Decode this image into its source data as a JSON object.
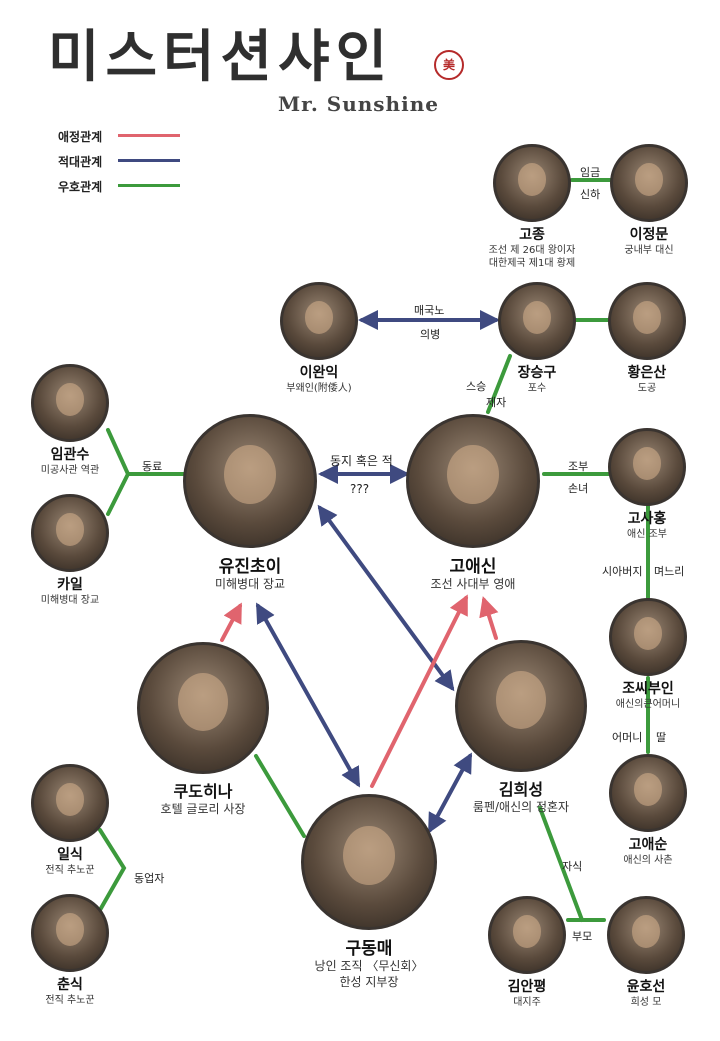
{
  "header": {
    "title": "미스터션샤인",
    "seal": "美",
    "subtitle": "Mr. Sunshine"
  },
  "legend": [
    {
      "label": "애정관계",
      "color": "#e0646e"
    },
    {
      "label": "적대관계",
      "color": "#3f4a80"
    },
    {
      "label": "우호관계",
      "color": "#3c9a3c"
    }
  ],
  "characters": {
    "gojong": {
      "name": "고종",
      "desc": [
        "조선 제 26대 왕이자",
        "대한제국 제1대 황제"
      ]
    },
    "leejungmun": {
      "name": "이정문",
      "desc": [
        "궁내부 대신"
      ]
    },
    "leewanik": {
      "name": "이완익",
      "desc": [
        "부왜인(附倭人)"
      ]
    },
    "jangseunggu": {
      "name": "장승구",
      "desc": [
        "포수"
      ]
    },
    "hwangeunsan": {
      "name": "황은산",
      "desc": [
        "도공"
      ]
    },
    "imgwansu": {
      "name": "임관수",
      "desc": [
        "미공사관 역관"
      ]
    },
    "kyle": {
      "name": "카일",
      "desc": [
        "미해병대 장교"
      ]
    },
    "eugenechoi": {
      "name": "유진초이",
      "desc": [
        "미해병대 장교"
      ]
    },
    "goaeshin": {
      "name": "고애신",
      "desc": [
        "조선 사대부 영애"
      ]
    },
    "gosaheung": {
      "name": "고사홍",
      "desc": [
        "애신 조부"
      ]
    },
    "jossibuin": {
      "name": "조씨부인",
      "desc": [
        "애신의큰어머니"
      ]
    },
    "goaesun": {
      "name": "고애순",
      "desc": [
        "애신의 사촌"
      ]
    },
    "kudohina": {
      "name": "쿠도히나",
      "desc": [
        "호텔 글로리 사장"
      ]
    },
    "kimhuiseong": {
      "name": "김희성",
      "desc": [
        "룸펜/애신의 정혼자"
      ]
    },
    "ilsik": {
      "name": "일식",
      "desc": [
        "전직 추노꾼"
      ]
    },
    "chunsik": {
      "name": "춘식",
      "desc": [
        "전직 추노꾼"
      ]
    },
    "gudongmae": {
      "name": "구동매",
      "desc": [
        "낭인 조직 〈무신회〉",
        "한성 지부장"
      ]
    },
    "kimanpyeong": {
      "name": "김안평",
      "desc": [
        "대지주"
      ]
    },
    "yunhoseon": {
      "name": "윤호선",
      "desc": [
        "희성 모"
      ]
    }
  },
  "edge_labels": {
    "king_top": "임금",
    "king_bottom": "신하",
    "traitor_top": "매국노",
    "traitor_bottom": "의병",
    "teacher": "스승",
    "student": "제자",
    "colleague": "동료",
    "comrade_top": "동지 혹은 적",
    "comrade_bottom": "???",
    "grandfather": "조부",
    "granddaughter": "손녀",
    "father_in_law": "시아버지",
    "daughter_in_law": "며느리",
    "mother": "어머니",
    "daughter": "딸",
    "child": "자식",
    "parents": "부모",
    "partner": "동업자"
  }
}
